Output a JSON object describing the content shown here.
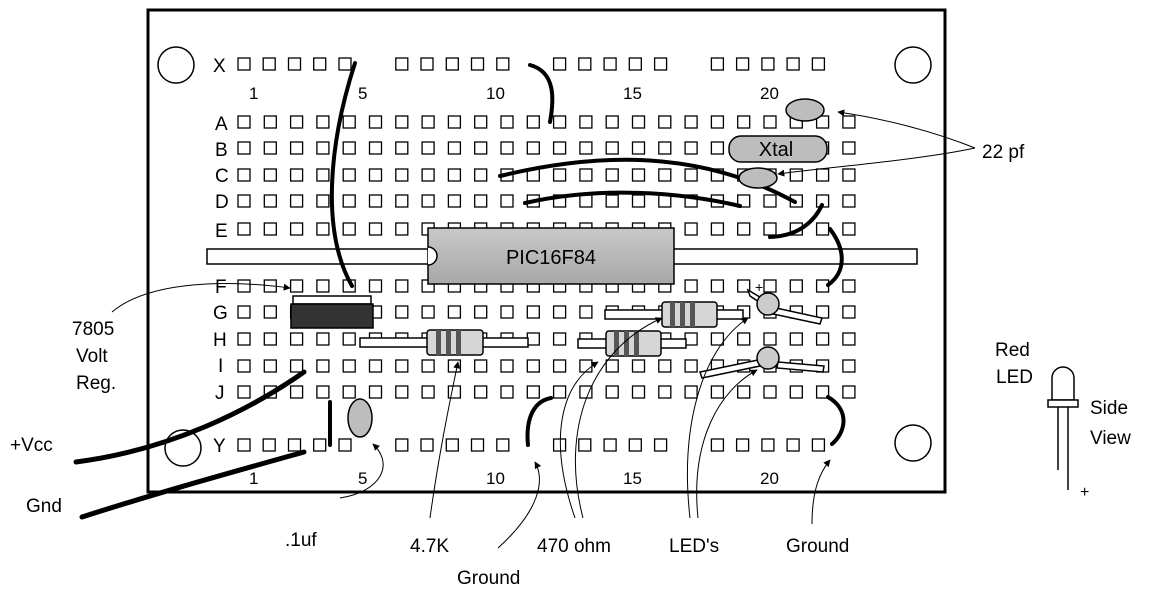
{
  "board": {
    "row_labels_top": [
      "X"
    ],
    "row_labels_upper": [
      "A",
      "B",
      "C",
      "D",
      "E"
    ],
    "row_labels_lower": [
      "F",
      "G",
      "H",
      "I",
      "J"
    ],
    "row_labels_bottom": [
      "Y"
    ],
    "column_numbers_top": [
      "1",
      "5",
      "10",
      "15",
      "20"
    ],
    "column_numbers_bottom": [
      "1",
      "5",
      "10",
      "15",
      "20"
    ]
  },
  "components": {
    "chip_label": "PIC16F84",
    "crystal_label": "Xtal"
  },
  "labels": {
    "cap_22pf": "22 pf",
    "regulator_line1": "7805",
    "regulator_line2": "Volt",
    "regulator_line3": "Reg.",
    "vcc": "+Vcc",
    "gnd": "Gnd",
    "cap_01uf": ".1uf",
    "resistor_4k7": "4.7K",
    "ground_left": "Ground",
    "resistor_470": "470 ohm",
    "leds": "LED's",
    "ground_right": "Ground",
    "red_led_line1": "Red",
    "red_led_line2": "LED",
    "side_view_line1": "Side",
    "side_view_line2": "View",
    "plus_sign": "+"
  }
}
